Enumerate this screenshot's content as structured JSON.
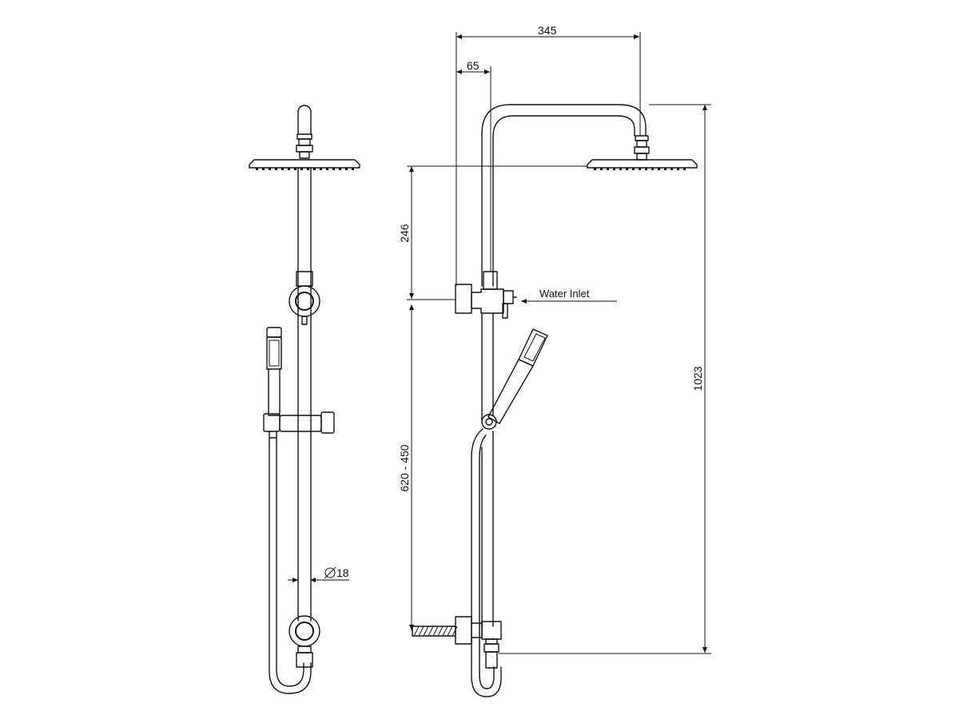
{
  "dimensions": {
    "overall_reach": "345",
    "wall_offset": "65",
    "head_to_inlet": "246",
    "inlet_to_bottom": "620 - 450",
    "overall_height": "1023",
    "rail_diameter": "18"
  },
  "labels": {
    "water_inlet": "Water Inlet"
  },
  "colors": {
    "line": "#111111",
    "background": "#ffffff"
  }
}
